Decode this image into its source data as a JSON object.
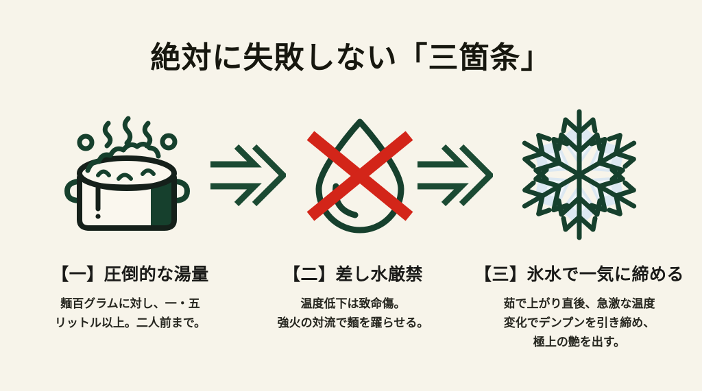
{
  "poster": {
    "title": "絶対に失敗しない「三箇条」",
    "background_color": "#F7F4EA",
    "accent_green": "#16402D",
    "accent_red": "#D32519",
    "ice_blue": "#DCE8F2",
    "text_color": "#1A1A18"
  },
  "steps": [
    {
      "icon": "boiling-pot-icon",
      "heading": "【一】圧倒的な湯量",
      "body_lines": [
        "麺百グラムに対し、一・五",
        "リットル以上。二人前まで。"
      ]
    },
    {
      "icon": "no-water-droplet-icon",
      "heading": "【二】差し水厳禁",
      "body_lines": [
        "温度低下は致命傷。",
        "強火の対流で麺を躍らせる。"
      ]
    },
    {
      "icon": "snowflake-icon",
      "heading": "【三】氷水で一気に締める",
      "body_lines": [
        "茹で上がり直後、急激な温度",
        "変化でデンプンを引き締め、",
        "極上の艶を出す。"
      ]
    }
  ],
  "connectors": [
    {
      "icon": "double-chevron-arrow-icon"
    },
    {
      "icon": "double-chevron-arrow-icon"
    }
  ]
}
